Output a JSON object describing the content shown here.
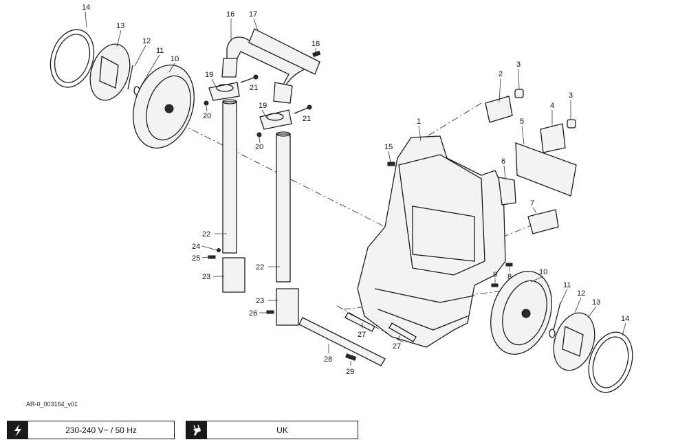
{
  "drawing_ref": "AR-0_003164_v01",
  "spec_voltage": "230-240 V~ / 50 Hz",
  "spec_region": "UK",
  "icons": {
    "voltage": "lightning-icon",
    "region": "plug-icon"
  },
  "callouts": [
    {
      "id": "c14a",
      "label": "14"
    },
    {
      "id": "c13a",
      "label": "13"
    },
    {
      "id": "c12a",
      "label": "12"
    },
    {
      "id": "c11a",
      "label": "11"
    },
    {
      "id": "c10a",
      "label": "10"
    },
    {
      "id": "c16",
      "label": "16"
    },
    {
      "id": "c17",
      "label": "17"
    },
    {
      "id": "c18",
      "label": "18"
    },
    {
      "id": "c19a",
      "label": "19"
    },
    {
      "id": "c21a",
      "label": "21"
    },
    {
      "id": "c20a",
      "label": "20"
    },
    {
      "id": "c19b",
      "label": "19"
    },
    {
      "id": "c21b",
      "label": "21"
    },
    {
      "id": "c20b",
      "label": "20"
    },
    {
      "id": "c2",
      "label": "2"
    },
    {
      "id": "c3a",
      "label": "3"
    },
    {
      "id": "c3b",
      "label": "3"
    },
    {
      "id": "c4",
      "label": "4"
    },
    {
      "id": "c1",
      "label": "1"
    },
    {
      "id": "c5",
      "label": "5"
    },
    {
      "id": "c15",
      "label": "15"
    },
    {
      "id": "c6",
      "label": "6"
    },
    {
      "id": "c7",
      "label": "7"
    },
    {
      "id": "c22a",
      "label": "22"
    },
    {
      "id": "c24",
      "label": "24"
    },
    {
      "id": "c25",
      "label": "25"
    },
    {
      "id": "c22b",
      "label": "22"
    },
    {
      "id": "c23a",
      "label": "23"
    },
    {
      "id": "c10b",
      "label": "10"
    },
    {
      "id": "c8",
      "label": "8"
    },
    {
      "id": "c9",
      "label": "9"
    },
    {
      "id": "c11b",
      "label": "11"
    },
    {
      "id": "c12b",
      "label": "12"
    },
    {
      "id": "c13b",
      "label": "13"
    },
    {
      "id": "c23b",
      "label": "23"
    },
    {
      "id": "c26",
      "label": "26"
    },
    {
      "id": "c14b",
      "label": "14"
    },
    {
      "id": "c27a",
      "label": "27"
    },
    {
      "id": "c27b",
      "label": "27"
    },
    {
      "id": "c28",
      "label": "28"
    },
    {
      "id": "c29",
      "label": "29"
    }
  ]
}
